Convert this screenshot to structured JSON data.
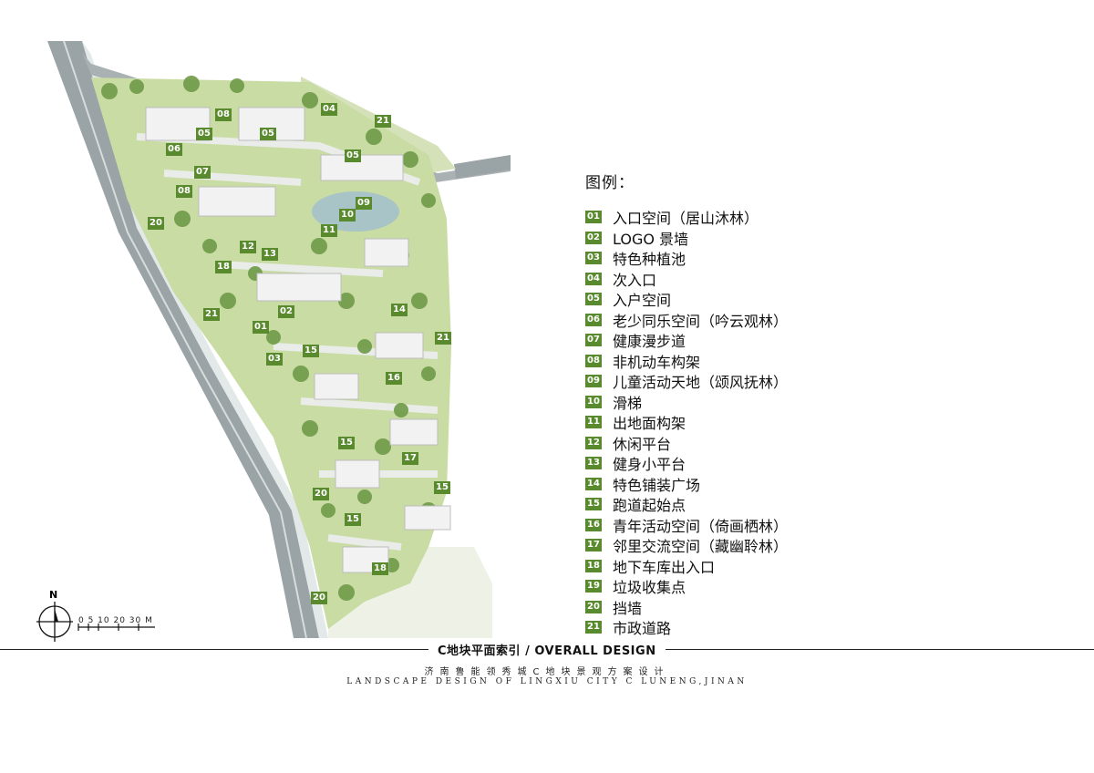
{
  "legend": {
    "title": "图例：",
    "items": [
      {
        "num": "01",
        "label": "入口空间（居山沐林）"
      },
      {
        "num": "02",
        "label": "LOGO 景墙"
      },
      {
        "num": "03",
        "label": "特色种植池"
      },
      {
        "num": "04",
        "label": "次入口"
      },
      {
        "num": "05",
        "label": "入户空间"
      },
      {
        "num": "06",
        "label": "老少同乐空间（吟云观林）"
      },
      {
        "num": "07",
        "label": "健康漫步道"
      },
      {
        "num": "08",
        "label": "非机动车构架"
      },
      {
        "num": "09",
        "label": "儿童活动天地（颂风抚林）"
      },
      {
        "num": "10",
        "label": "滑梯"
      },
      {
        "num": "11",
        "label": "出地面构架"
      },
      {
        "num": "12",
        "label": "休闲平台"
      },
      {
        "num": "13",
        "label": "健身小平台"
      },
      {
        "num": "14",
        "label": "特色铺装广场"
      },
      {
        "num": "15",
        "label": "跑道起始点"
      },
      {
        "num": "16",
        "label": "青年活动空间（倚画栖林）"
      },
      {
        "num": "17",
        "label": "邻里交流空间（藏幽聆林）"
      },
      {
        "num": "18",
        "label": "地下车库出入口"
      },
      {
        "num": "19",
        "label": "垃圾收集点"
      },
      {
        "num": "20",
        "label": "挡墙"
      },
      {
        "num": "21",
        "label": "市政道路"
      }
    ]
  },
  "map_labels": [
    "08",
    "05",
    "05",
    "04",
    "21",
    "06",
    "05",
    "07",
    "08",
    "09",
    "10",
    "11",
    "20",
    "12",
    "13",
    "18",
    "21",
    "02",
    "01",
    "14",
    "21",
    "15",
    "03",
    "16",
    "15",
    "17",
    "15",
    "20",
    "15",
    "18",
    "20"
  ],
  "compass": {
    "north": "N",
    "scale": "0 5 10   20    30 M"
  },
  "footer": {
    "title": "C地块平面索引 / OVERALL  DESIGN",
    "subtitle": "济南鲁能领秀城C地块景观方案设计",
    "subtitle_en": "LANDSCAPE DESIGN OF LINGXIU CITY C LUNENG,JINAN"
  },
  "colors": {
    "badge": "#5a8a2e",
    "road": "#9aa3a6",
    "lawn": "#c9dca4",
    "tree": "#6f9a48",
    "building": "#f2f2f2"
  }
}
